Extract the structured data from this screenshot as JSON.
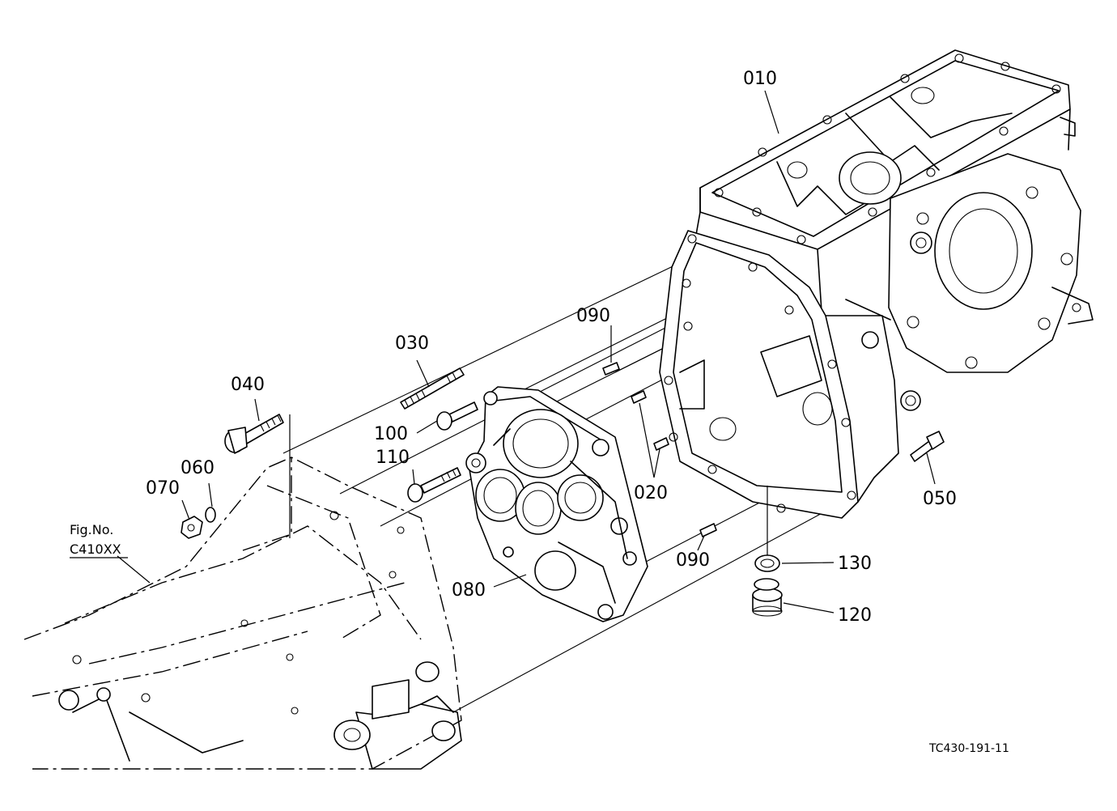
{
  "figure_ref": {
    "line1": "Fig.No.",
    "line2": "C410XX"
  },
  "drawing_id": "TC430-191-11",
  "parts": {
    "p010": "010",
    "p020": "020",
    "p030": "030",
    "p040": "040",
    "p050": "050",
    "p060": "060",
    "p070": "070",
    "p080": "080",
    "p090a": "090",
    "p090b": "090",
    "p100": "100",
    "p110": "110",
    "p120": "120",
    "p130": "130"
  }
}
